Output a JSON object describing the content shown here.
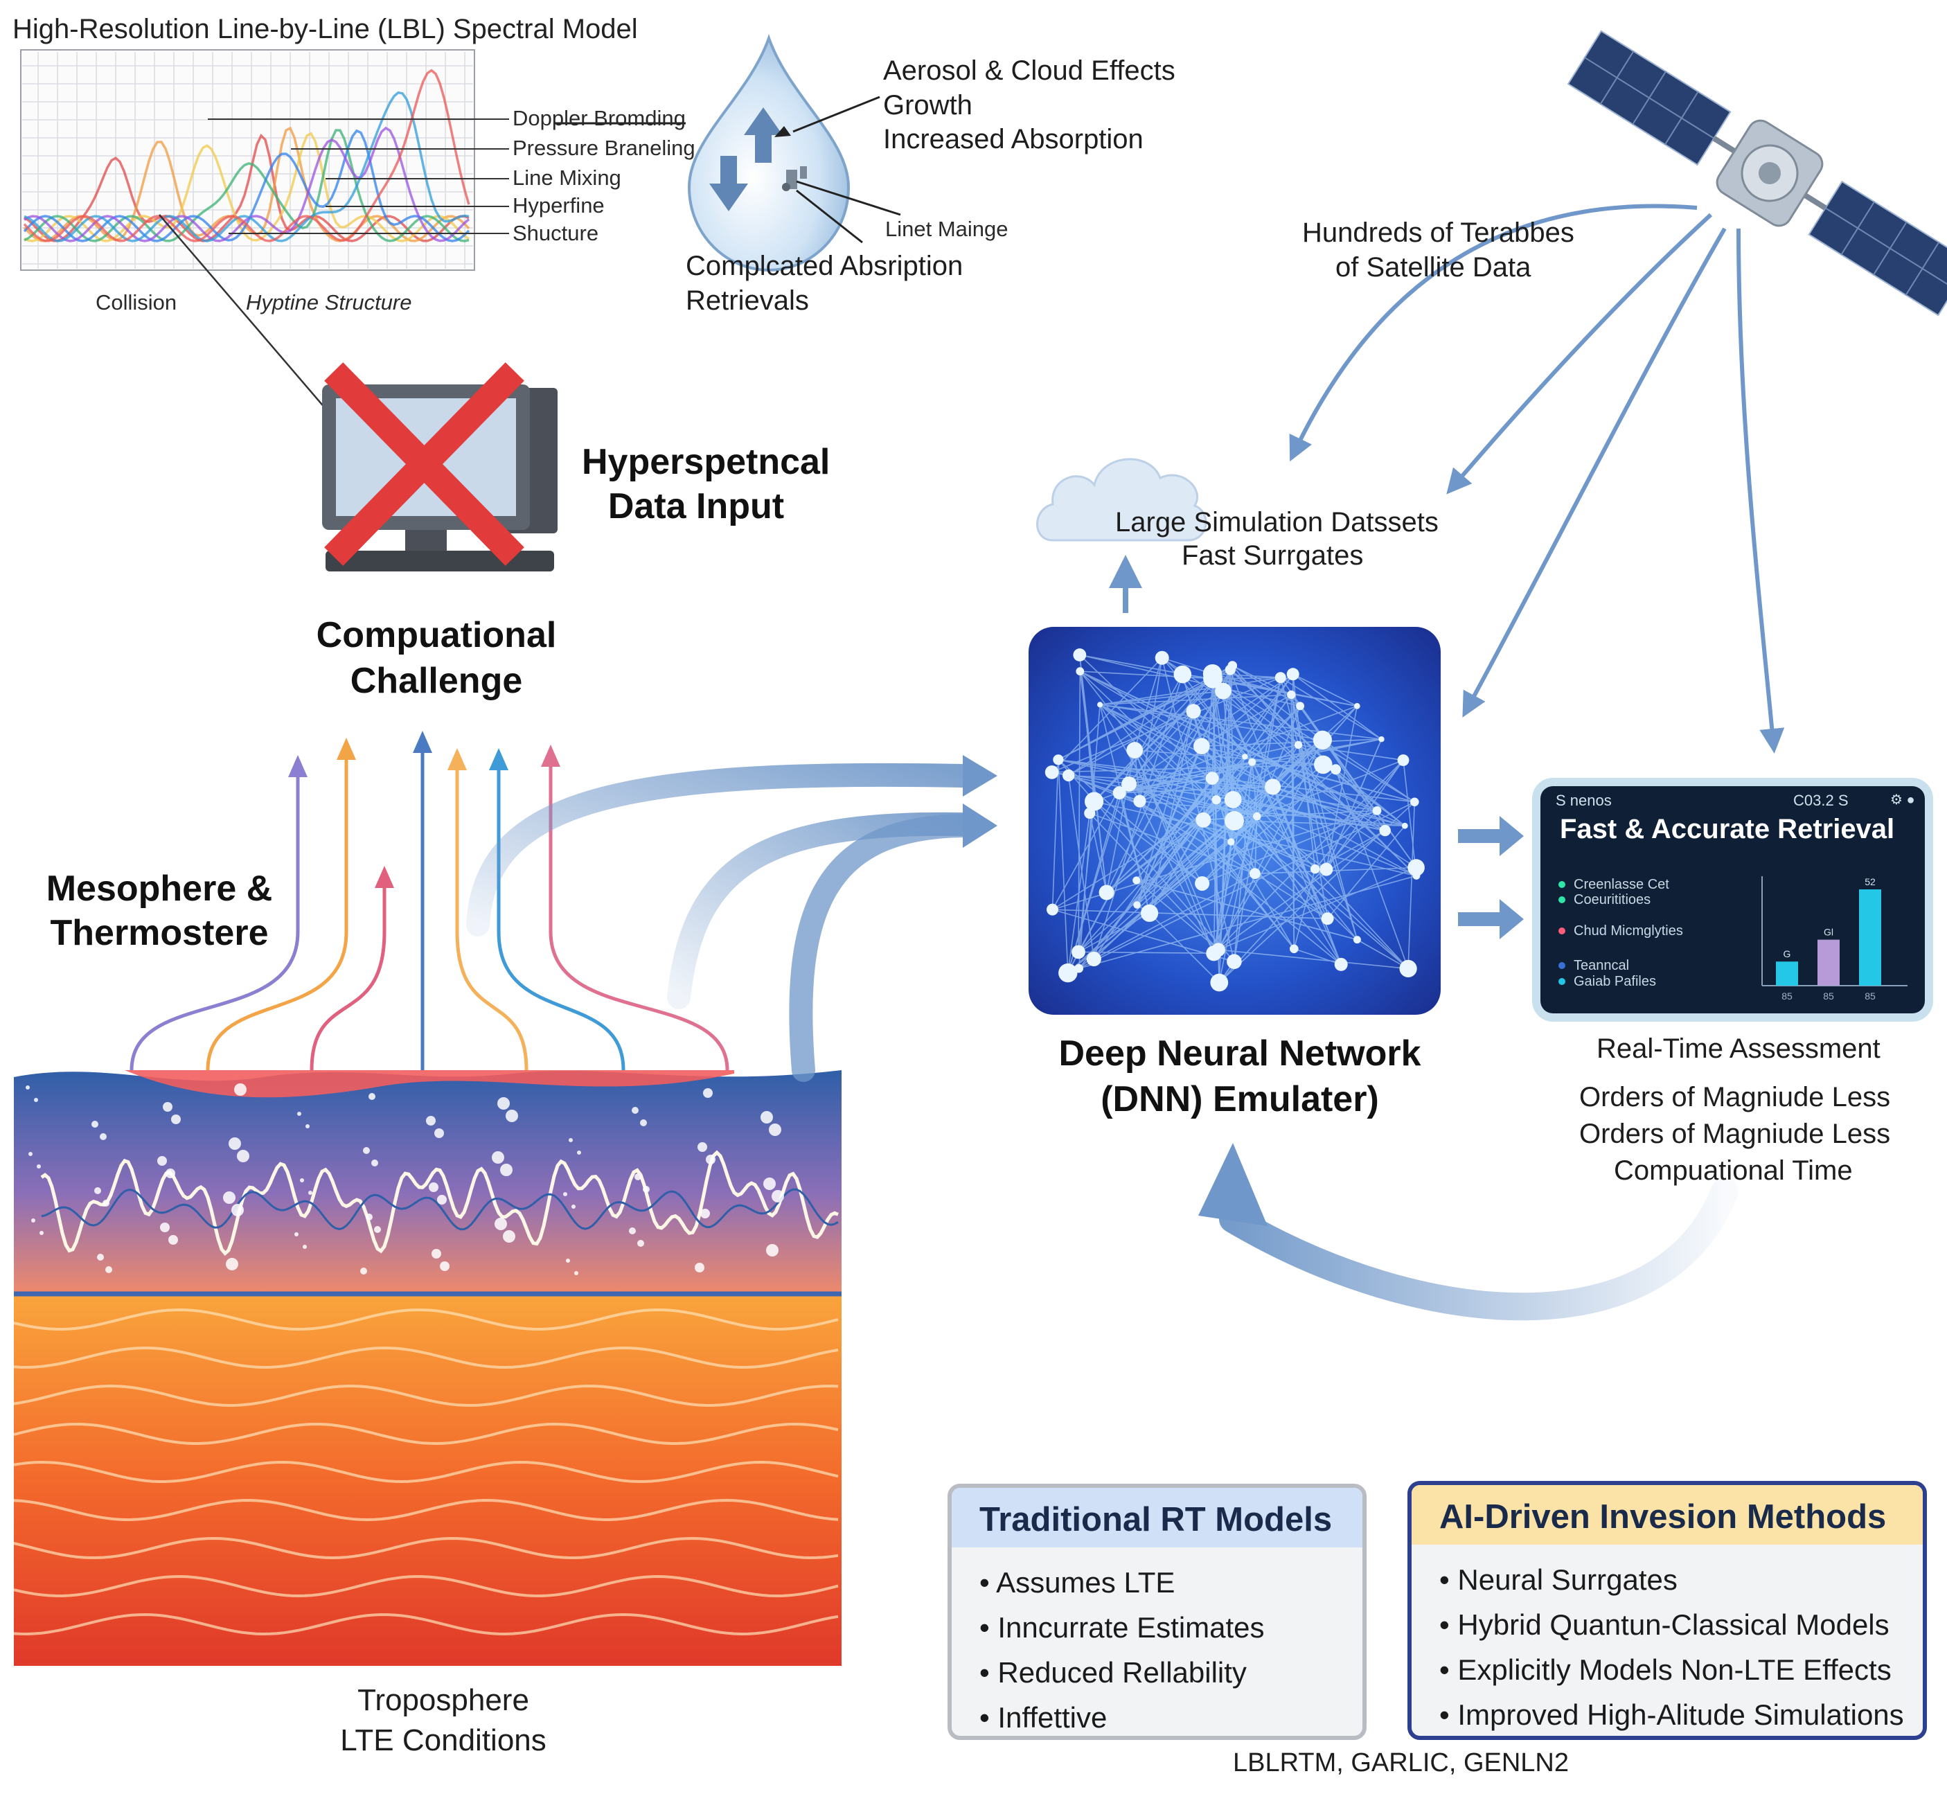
{
  "spectral_model": {
    "title": "High-Resolution Line-by-Line (LBL) Spectral Model",
    "callouts": [
      "Doppler Bromding",
      "Pressure Braneling",
      "Line Mixing",
      "Hyperfine",
      "Shucture"
    ],
    "bottom_labels": [
      "Collision",
      "Hyptine Structure"
    ],
    "series_colors": [
      "#e24a4a",
      "#f19a3e",
      "#f2c94c",
      "#3bb273",
      "#2f80ed",
      "#9b51e0",
      "#2d9cdb",
      "#eb5757"
    ]
  },
  "droplet": {
    "title": "Aerosol & Cloud Effects",
    "lines": [
      "Growth",
      "Increased Absorption"
    ],
    "inner_label": "Linet Mainge",
    "bottom_lines": [
      "Complcated Absription",
      "Retrievals"
    ]
  },
  "satellite": {
    "data_label_lines": [
      "Hundreds of Terabbes",
      "of Satellite Data"
    ]
  },
  "computer": {
    "label_lines": [
      "Hyperspetncal",
      "Data Input"
    ]
  },
  "challenge": {
    "label_lines": [
      "Compuational",
      "Challenge"
    ]
  },
  "cloud": {
    "label_lines": [
      "Large Simulation Datssets",
      "Fast Surrgates"
    ]
  },
  "atmosphere": {
    "upper_label_lines": [
      "Mesophere &",
      "Thermostere"
    ],
    "bottom_label_lines": [
      "Troposphere",
      "LTE Conditions"
    ]
  },
  "dnn": {
    "label_lines": [
      "Deep Neural Network",
      "(DNN) Emulater)"
    ]
  },
  "retrieval_panel": {
    "header_left": "S nenos",
    "header_right": "C03.2 S",
    "title": "Fast & Accurate Retrieval",
    "items": [
      "Creenlasse Cet",
      "Coeurititioes",
      "Chud Micmglyties",
      "Teanncal",
      "Gaiab Pafiles"
    ],
    "item_colors": [
      "#2ee6a8",
      "#2ee6a8",
      "#ff5c7a",
      "#3a6fd8",
      "#22c7e8"
    ],
    "bar_values": [
      0.22,
      0.42,
      0.88
    ],
    "bar_labels": [
      "G",
      "Gl",
      "52"
    ],
    "x_labels": [
      "85",
      "85",
      "85"
    ],
    "bar_colors": [
      "#25c7e6",
      "#b79ad8",
      "#25c7e6"
    ]
  },
  "assessment": {
    "lines": [
      "Real-Time Assessment",
      "Orders of Magniude Less",
      "Orders of Magniude Less",
      "Compuational Time"
    ]
  },
  "traditional_box": {
    "title": "Traditional RT Models",
    "items": [
      "Assumes LTE",
      "Inncurrate Estimates",
      "Reduced Rellability",
      "Inffettive"
    ],
    "header_color": "#cfe0f7",
    "border_color": "#b9bcc2"
  },
  "ai_box": {
    "title": "AI-Driven Invesion Methods",
    "items": [
      "Neural Surrgates",
      "Hybrid Quantun-Classical Models",
      "Explicitly Models Non-LTE Effects",
      "Improved High-Alitude Simulations"
    ],
    "header_color": "#fbe3a8",
    "border_color": "#2d3f8f"
  },
  "footnote": "LBLRTM, GARLIC, GENLN2",
  "colors": {
    "arrow_blue": "#6f97c9",
    "cross_red": "#e23b3b",
    "upward_arrows": [
      "#8a7fd1",
      "#f2a447",
      "#4a7bc2",
      "#e0607e",
      "#f4b15a",
      "#3f9ad8",
      "#e07090"
    ]
  }
}
